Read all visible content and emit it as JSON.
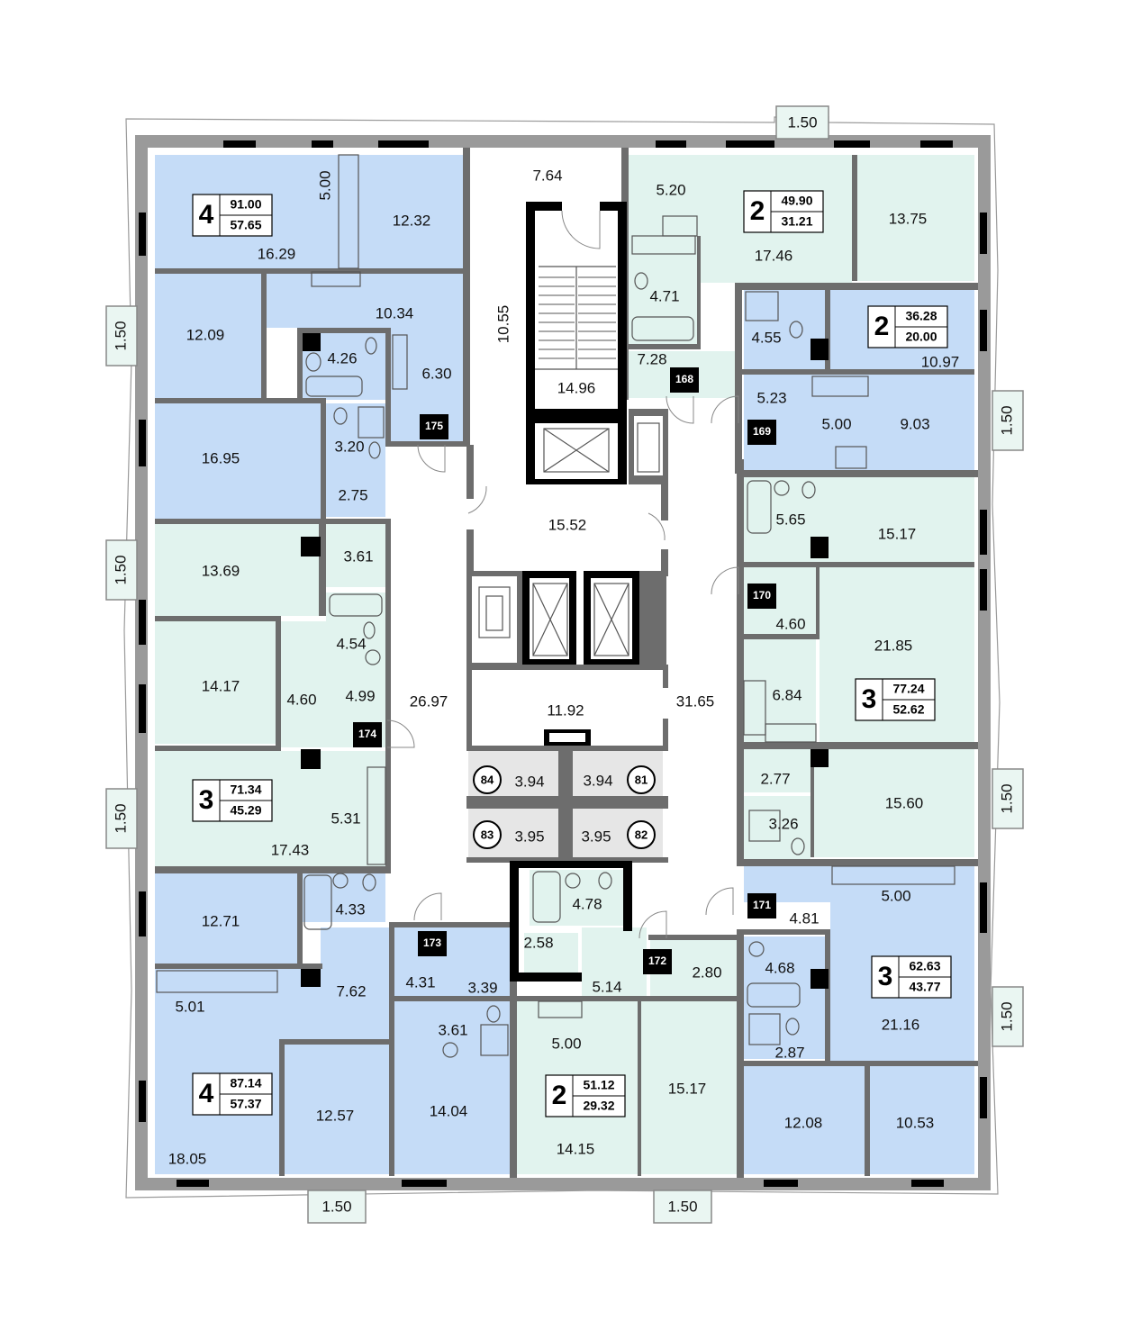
{
  "colors": {
    "blue_unit": "#c5dcf7",
    "green_unit": "#e1f3ee",
    "lobby": "#ffffff",
    "storage": "#e6e6e6",
    "wall": "#6d6d6d",
    "badge": "#000000",
    "balcony_fill": "#eaf6f2"
  },
  "apartments": [
    {
      "rooms": "4",
      "total": "91.00",
      "living": "57.65"
    },
    {
      "rooms": "2",
      "total": "49.90",
      "living": "31.21"
    },
    {
      "rooms": "2",
      "total": "36.28",
      "living": "20.00"
    },
    {
      "rooms": "3",
      "total": "77.24",
      "living": "52.62"
    },
    {
      "rooms": "3",
      "total": "71.34",
      "living": "45.29"
    },
    {
      "rooms": "3",
      "total": "62.63",
      "living": "43.77"
    },
    {
      "rooms": "4",
      "total": "87.14",
      "living": "57.37"
    },
    {
      "rooms": "2",
      "total": "51.12",
      "living": "29.32"
    }
  ],
  "unit_numbers": [
    "168",
    "169",
    "170",
    "171",
    "172",
    "173",
    "174",
    "175"
  ],
  "storage_numbers": [
    "84",
    "81",
    "83",
    "82"
  ],
  "balcony_label": "1.50",
  "rooms": {
    "a": "16.29",
    "b": "5.00",
    "c": "12.32",
    "d": "12.09",
    "e": "10.34",
    "f": "4.26",
    "g": "6.30",
    "h": "16.95",
    "i": "3.20",
    "j": "2.75",
    "k": "13.69",
    "l": "3.61",
    "m": "4.54",
    "n": "14.17",
    "o": "4.60",
    "p": "4.99",
    "q": "26.97",
    "r": "5.31",
    "s": "17.43",
    "t": "12.71",
    "u": "4.33",
    "v": "7.62",
    "w": "5.01",
    "x": "18.05",
    "y": "12.57",
    "z": "4.31",
    "aa": "3.39",
    "ab": "3.61",
    "ac": "14.04",
    "ad": "7.64",
    "ae": "10.55",
    "af": "14.96",
    "ag": "15.52",
    "ah": "11.92",
    "ai": "3.94",
    "aj": "3.94",
    "ak": "3.95",
    "al": "3.95",
    "am": "31.65",
    "an": "4.78",
    "ao": "2.58",
    "ap": "5.14",
    "aq": "2.80",
    "ar": "5.00",
    "as": "14.15",
    "at": "15.17",
    "au": "5.20",
    "av": "17.46",
    "aw": "13.75",
    "ax": "4.71",
    "ay": "7.28",
    "az": "4.55",
    "ba": "10.97",
    "bb": "5.23",
    "bc": "5.00",
    "bd": "9.03",
    "be": "5.65",
    "bf": "15.17",
    "bg": "4.60",
    "bh": "21.85",
    "bi": "6.84",
    "bj": "2.77",
    "bk": "15.60",
    "bl": "3.26",
    "bm": "5.00",
    "bn": "4.81",
    "bo": "4.68",
    "bp": "21.16",
    "bq": "2.87",
    "br": "12.08",
    "bs": "10.53"
  }
}
